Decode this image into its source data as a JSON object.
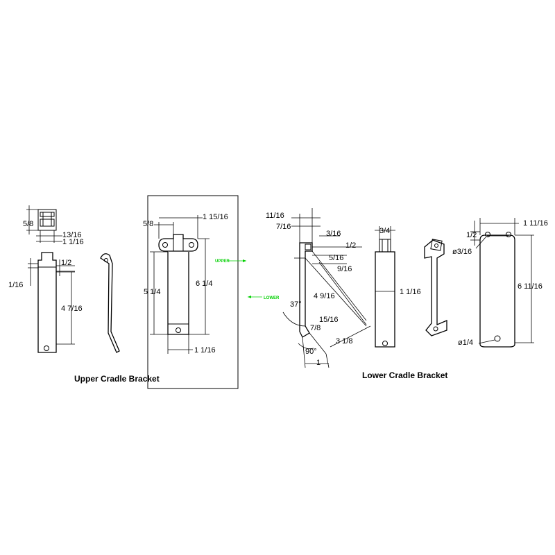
{
  "titles": {
    "upper": "Upper Cradle Bracket",
    "lower": "Lower Cradle Bracket"
  },
  "markers": {
    "upper": "UPPER",
    "lower": "LOWER"
  },
  "upper_dims": {
    "top_height": "5/8",
    "top_width_inner": "13/16",
    "top_width_outer": "1 1/16",
    "side_gap": "1/16",
    "tab": "1/2",
    "body_len": "4 7/16",
    "front_tab": "5/8",
    "front_width": "1 15/16",
    "front_body": "5 1/4",
    "front_total": "6 1/4",
    "front_bottom": "1 1/16"
  },
  "lower_dims": {
    "a": "11/16",
    "b": "7/16",
    "c": "3/16",
    "d": "1/2",
    "e": "5/16",
    "f": "9/16",
    "g": "4 9/16",
    "h": "15/16",
    "i": "7/8",
    "j": "3 1/8",
    "k": "1",
    "angle1": "37°",
    "angle2": "90°",
    "top_w": "3/4",
    "mid": "1 1/16",
    "right_top": "1 11/16",
    "right_tab": "1/2",
    "right_hole": "ø3/16",
    "right_len": "6 11/16",
    "right_hole2": "ø1/4"
  }
}
